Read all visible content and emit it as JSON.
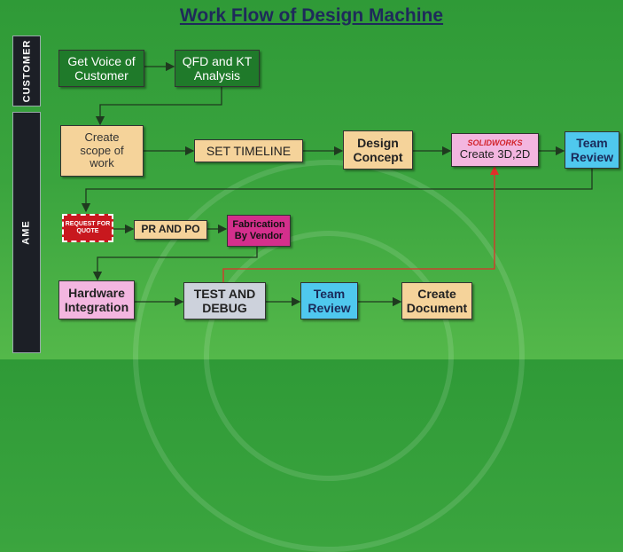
{
  "title": "Work Flow of Design Machine",
  "lanes": {
    "customer": "CUSTOMER",
    "ame": "AME"
  },
  "steps": {
    "voice": "Get Voice of Customer",
    "qfd": "QFD and KT Analysis",
    "scope": "Create scope of work",
    "timeline": "SET TIMELINE",
    "concept": "Design Concept",
    "create3d": "Create 3D,2D",
    "solidworks_logo": "SOLIDWORKS",
    "team_review_1": "Team Review",
    "request_quote": "REQUEST FOR QUOTE",
    "pr_po": "PR AND PO",
    "fabrication": "Fabrication By Vendor",
    "hardware": "Hardware Integration",
    "test_debug": "TEST AND DEBUG",
    "team_review_2": "Team Review",
    "create_doc": "Create Document"
  },
  "colors": {
    "voice": "#1f7a2a",
    "qfd": "#1f7a2a",
    "scope": "#f5d39a",
    "timeline": "#f5d39a",
    "concept": "#f5d39a",
    "create3d": "#f3b6e0",
    "team_review": "#4fc8ee",
    "pr_po": "#f5d39a",
    "fabrication": "#d42f8c",
    "hardware": "#f3b6e0",
    "test_debug": "#cdd2dc",
    "create_doc": "#f5d39a",
    "feedback_line": "#e0302a"
  }
}
